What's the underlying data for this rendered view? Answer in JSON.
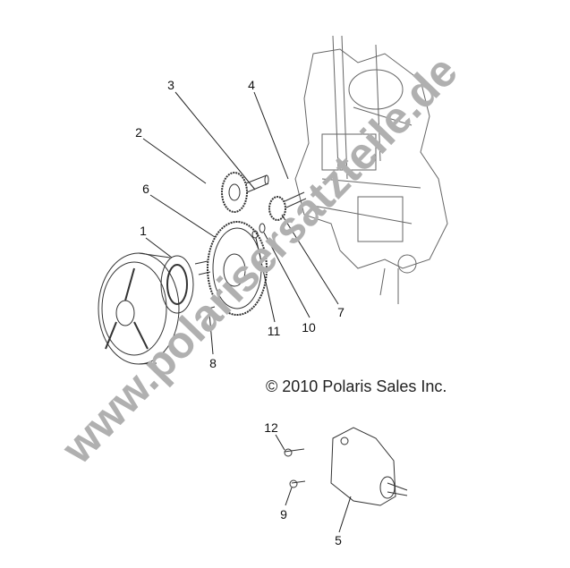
{
  "copyright": "© 2010 Polaris Sales Inc.",
  "watermark": "www.polarisersatzteile.de",
  "callouts": [
    "1",
    "2",
    "3",
    "4",
    "5",
    "6",
    "7",
    "8",
    "9",
    "10",
    "11",
    "12"
  ]
}
